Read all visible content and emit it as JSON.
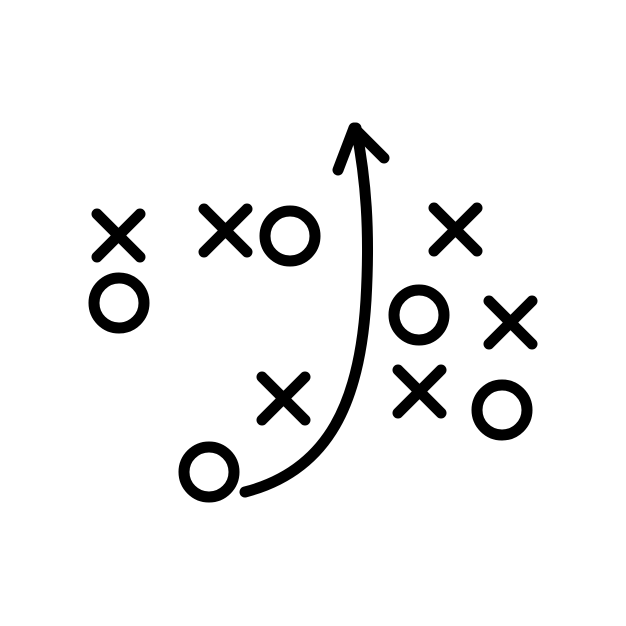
{
  "colors": {
    "background": "#ffffff",
    "ink": "#000000"
  },
  "icon": "football-play-diagram-icon",
  "markers": [
    {
      "kind": "x",
      "icon": "x-mark-icon"
    },
    {
      "kind": "o",
      "icon": "o-mark-icon"
    },
    {
      "kind": "x",
      "icon": "x-mark-icon"
    },
    {
      "kind": "o",
      "icon": "o-mark-icon"
    },
    {
      "kind": "x",
      "icon": "x-mark-icon"
    },
    {
      "kind": "o",
      "icon": "o-mark-icon"
    },
    {
      "kind": "x",
      "icon": "x-mark-icon"
    },
    {
      "kind": "x",
      "icon": "x-mark-icon"
    },
    {
      "kind": "x",
      "icon": "x-mark-icon"
    },
    {
      "kind": "o",
      "icon": "o-mark-icon"
    },
    {
      "kind": "o",
      "icon": "o-mark-icon"
    }
  ],
  "route": {
    "icon": "route-arrow-icon"
  }
}
